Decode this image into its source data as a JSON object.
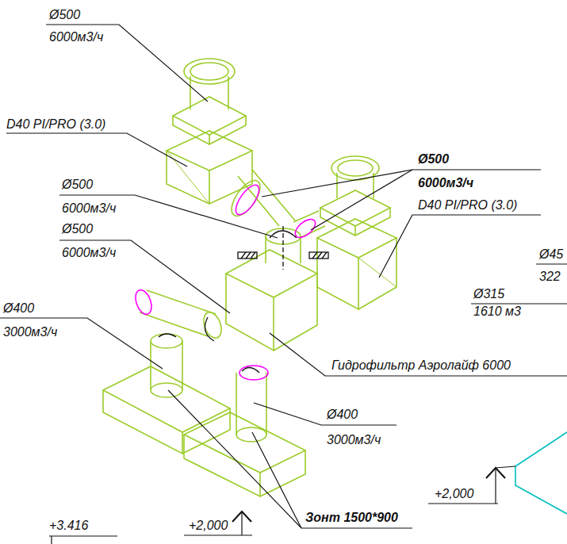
{
  "diagram": {
    "labels": [
      "Ø500",
      "6000м3/ч",
      "D40 PI/PRO (3.0)",
      "Ø500",
      "6000м3/ч",
      "D40 PI/PRO (3.0)",
      "Ø500",
      "6000м3/ч",
      "Ø500",
      "6000м3/ч",
      "Ø45",
      "322",
      "Ø315",
      "1610 м3",
      "Ø400",
      "3000м3/ч",
      "Гидрофильтр Аэролайф 6000",
      "Ø400",
      "3000м3/ч",
      "+2,000",
      "+2,000",
      "Зонт 1500*900",
      "+3.416"
    ]
  }
}
